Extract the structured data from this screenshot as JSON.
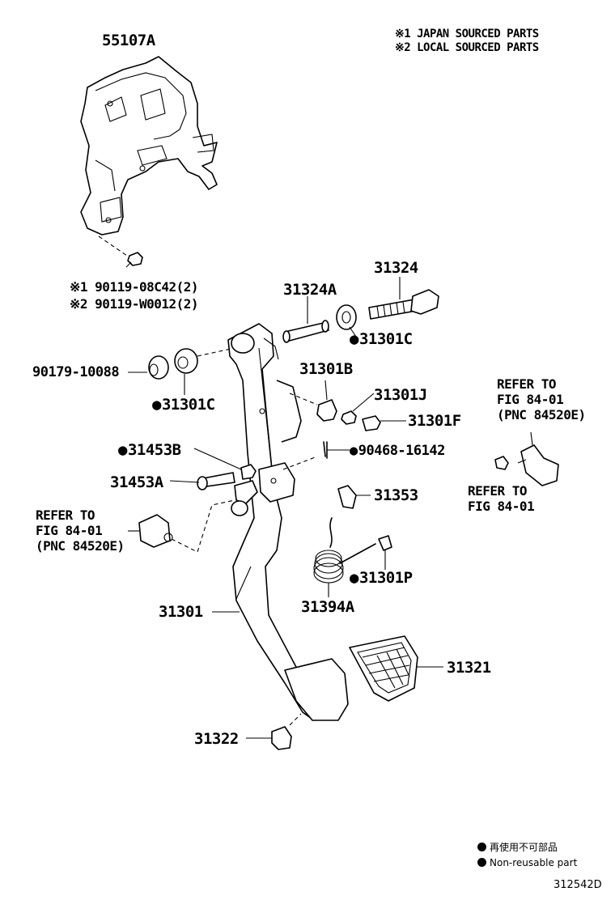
{
  "notes": {
    "japan": "※1 JAPAN SOURCED PARTS",
    "local": "※2 LOCAL SOURCED PARTS"
  },
  "parts": {
    "bracket": "55107A",
    "bolt_japan": "※1 90119-08C42(2)",
    "bolt_local": "※2 90119-W0012(2)",
    "pin": "31324",
    "collar": "31324A",
    "bushing_right": "31301C",
    "bushing_left_num": "90179-10088",
    "bushing_left": "31301C",
    "cushion": "31301B",
    "nut_j": "31301J",
    "bolt_f": "31301F",
    "nut_b": "31453B",
    "clip": "90468-16142",
    "pin_a": "31453A",
    "bracket_353": "31353",
    "bushing_p": "31301P",
    "spring": "31394A",
    "pedal": "31301",
    "pad": "31321",
    "stopper": "31322"
  },
  "refs": {
    "left": [
      "REFER TO",
      "FIG 84-01",
      "(PNC 84520E)"
    ],
    "right_top": [
      "REFER TO",
      "FIG 84-01",
      "(PNC 84520E)"
    ],
    "right_bottom": [
      "REFER TO",
      "FIG 84-01"
    ]
  },
  "legend": {
    "jp": "再使用不可部品",
    "en": "Non-reusable part"
  },
  "figure_id": "312542D"
}
